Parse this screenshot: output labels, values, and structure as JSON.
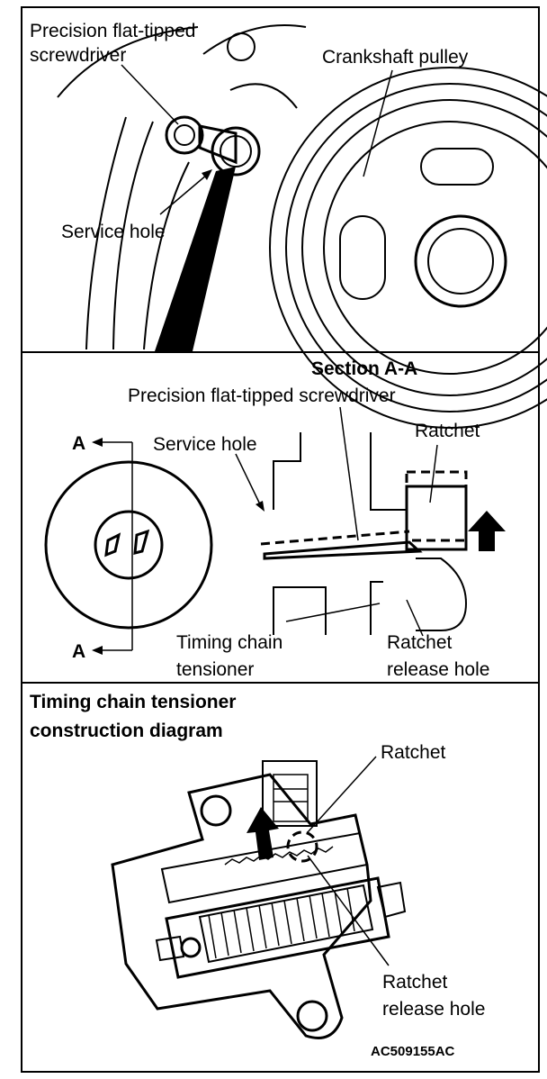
{
  "panel1": {
    "screwdriver_label_line1": "Precision flat-tipped",
    "screwdriver_label_line2": "screwdriver",
    "pulley_label": "Crankshaft pulley",
    "service_hole_label": "Service hole"
  },
  "panel2": {
    "section_title": "Section A-A",
    "screwdriver_label": "Precision flat-tipped screwdriver",
    "service_hole_label": "Service hole",
    "ratchet_label": "Ratchet",
    "marker_a_top": "A",
    "marker_a_bottom": "A",
    "tensioner_line1": "Timing chain",
    "tensioner_line2": "tensioner",
    "release_line1": "Ratchet",
    "release_line2": "release hole"
  },
  "panel3": {
    "title_line1": "Timing chain tensioner",
    "title_line2": "construction diagram",
    "ratchet_label": "Ratchet",
    "release_line1": "Ratchet",
    "release_line2": "release hole",
    "figure_code": "AC509155AC"
  }
}
